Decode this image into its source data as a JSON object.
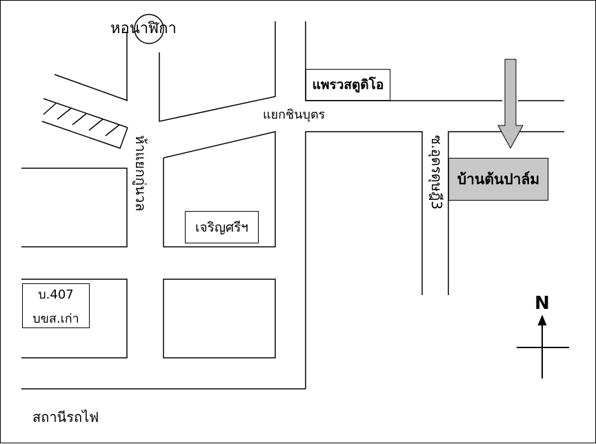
{
  "labels": {
    "clock_tower": "หอนาฬิกา",
    "intersection_ha_yaek_ku_nuan": "ห้าแยกกู่นวล",
    "intersection_chinnabut": "แยกชินบุตร",
    "station": "สถานีรถไฟ",
    "soi": "ซ.อุดรดุษฎี3"
  },
  "places": {
    "phrae_studio": "แพรวสตูดิโอ",
    "charoen_sri": "เจริญศรีฯ",
    "bus_line": "บ.407",
    "old_bus_station": "บขส.เก่า",
    "destination": "บ้านต้นปาล์ม"
  },
  "compass": {
    "north": "N"
  },
  "colors": {
    "destination_fill": "#c8c8c8",
    "arrow_fill": "#c0c0c0",
    "line": "#000000"
  }
}
